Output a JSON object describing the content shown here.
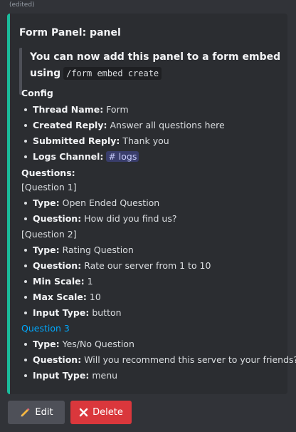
{
  "message": {
    "edited_label": "(edited)"
  },
  "embed": {
    "accent_color": "#1abc9c",
    "title": "Form Panel: panel",
    "quote": {
      "line1": "You can now add this panel to a form embed",
      "line2_prefix": "using",
      "line2_code": "/form embed create"
    },
    "config": {
      "heading": "Config",
      "items": [
        {
          "label": "Thread Name:",
          "value": "Form"
        },
        {
          "label": "Created Reply:",
          "value": "Answer all questions here"
        },
        {
          "label": "Submitted Reply:",
          "value": "Thank you"
        },
        {
          "label": "Logs Channel:",
          "value": "# logs"
        }
      ]
    },
    "questions": {
      "heading": "Questions:",
      "q1": {
        "label": "[Question 1]",
        "items": [
          {
            "label": "Type:",
            "value": "Open Ended Question"
          },
          {
            "label": "Question:",
            "value": "How did you find us?"
          }
        ]
      },
      "q2": {
        "label": "[Question 2]",
        "items": [
          {
            "label": "Type:",
            "value": "Rating Question"
          },
          {
            "label": "Question:",
            "value": "Rate our server from 1 to 10"
          },
          {
            "label": "Min Scale:",
            "value": "1"
          },
          {
            "label": "Max Scale:",
            "value": "10"
          },
          {
            "label": "Input Type:",
            "value": "button"
          }
        ]
      },
      "q3": {
        "label": "Question 3",
        "items": [
          {
            "label": "Type:",
            "value": "Yes/No Question"
          },
          {
            "label": "Question:",
            "value": "Will you recommend this server to your friends?"
          },
          {
            "label": "Input Type:",
            "value": "menu"
          }
        ]
      }
    }
  },
  "buttons": {
    "edit": {
      "icon": "pencil-icon",
      "label": "Edit",
      "color": "#4e5058"
    },
    "delete": {
      "icon": "x-icon",
      "label": "Delete",
      "color": "#da373c"
    }
  }
}
